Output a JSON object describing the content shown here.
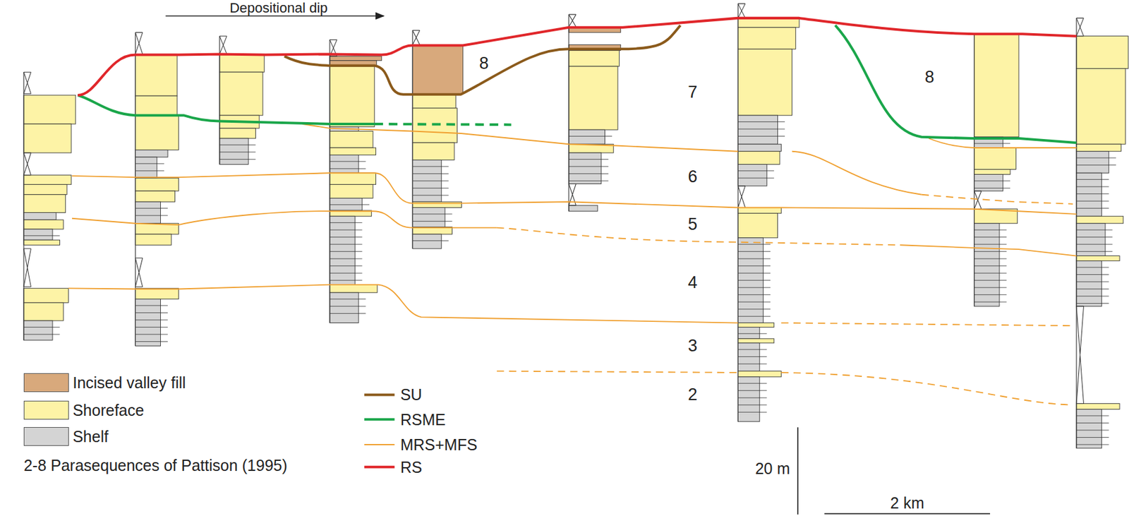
{
  "diagram": {
    "labels": [
      "Depositional dip",
      "8",
      "7",
      "6",
      "5",
      "4",
      "3",
      "2",
      "8",
      "2-8 Parasequences of Pattison (1995)",
      "20 m",
      "2 km"
    ],
    "legend": [
      {
        "text": "Incised valley fill",
        "color": "#d8a97c"
      },
      {
        "text": "Shoreface",
        "color": "#fdf3a6"
      },
      {
        "text": "Shelf",
        "color": "#d4d4d4"
      },
      {
        "text": "SU"
      },
      {
        "text": "RSME"
      },
      {
        "text": "MRS+MFS"
      },
      {
        "text": "RS"
      }
    ]
  }
}
